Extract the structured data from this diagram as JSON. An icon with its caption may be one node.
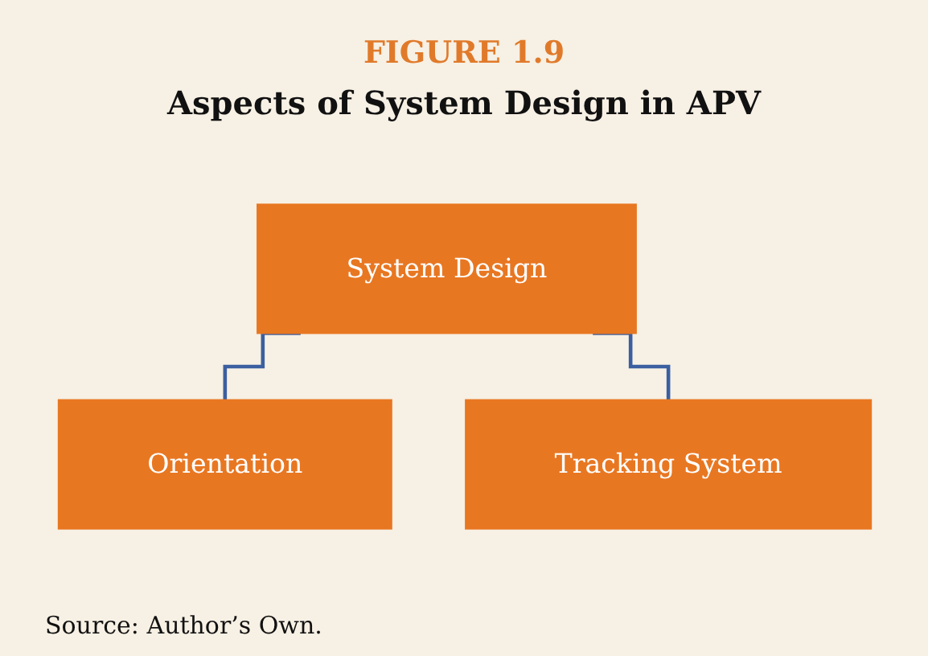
{
  "diagram": {
    "title": "Aspects of System Design in APV",
    "caption": "Source: Author’s Own.",
    "labels": [
      "FIGURE 1.9"
    ],
    "nodes": [
      {
        "text": [
          "System Design"
        ]
      },
      {
        "text": [
          "Orientation"
        ]
      },
      {
        "text": [
          "Tracking System"
        ]
      }
    ],
    "edges": [
      {
        "from": 0,
        "to": 1,
        "arrow": "none"
      },
      {
        "from": 0,
        "to": 2,
        "arrow": "none"
      }
    ]
  }
}
